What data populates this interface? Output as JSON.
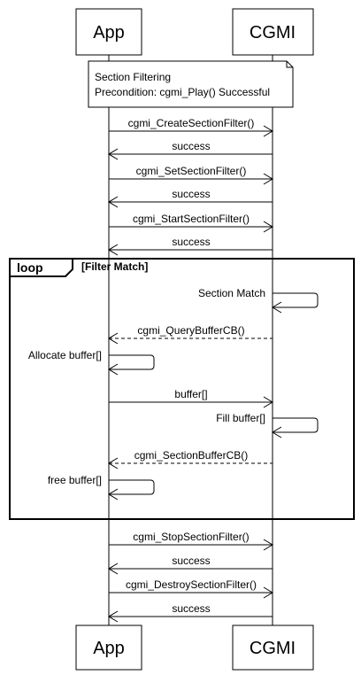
{
  "participants": {
    "app": "App",
    "cgmi": "CGMI"
  },
  "note": {
    "line1": "Section Filtering",
    "line2": "Precondition: cgmi_Play() Successful"
  },
  "messages": {
    "m1": "cgmi_CreateSectionFilter()",
    "m2": "success",
    "m3": "cgmi_SetSectionFilter()",
    "m4": "success",
    "m5": "cgmi_StartSectionFilter()",
    "m6": "success",
    "m7": "Section Match",
    "m8": "cgmi_QueryBufferCB()",
    "m9": "Allocate buffer[]",
    "m10": "buffer[]",
    "m11": "Fill buffer[]",
    "m12": "cgmi_SectionBufferCB()",
    "m13": "free buffer[]",
    "m14": "cgmi_StopSectionFilter()",
    "m15": "success",
    "m16": "cgmi_DestroySectionFilter()",
    "m17": "success"
  },
  "loop": {
    "label": "loop",
    "guard": "[Filter Match]"
  }
}
